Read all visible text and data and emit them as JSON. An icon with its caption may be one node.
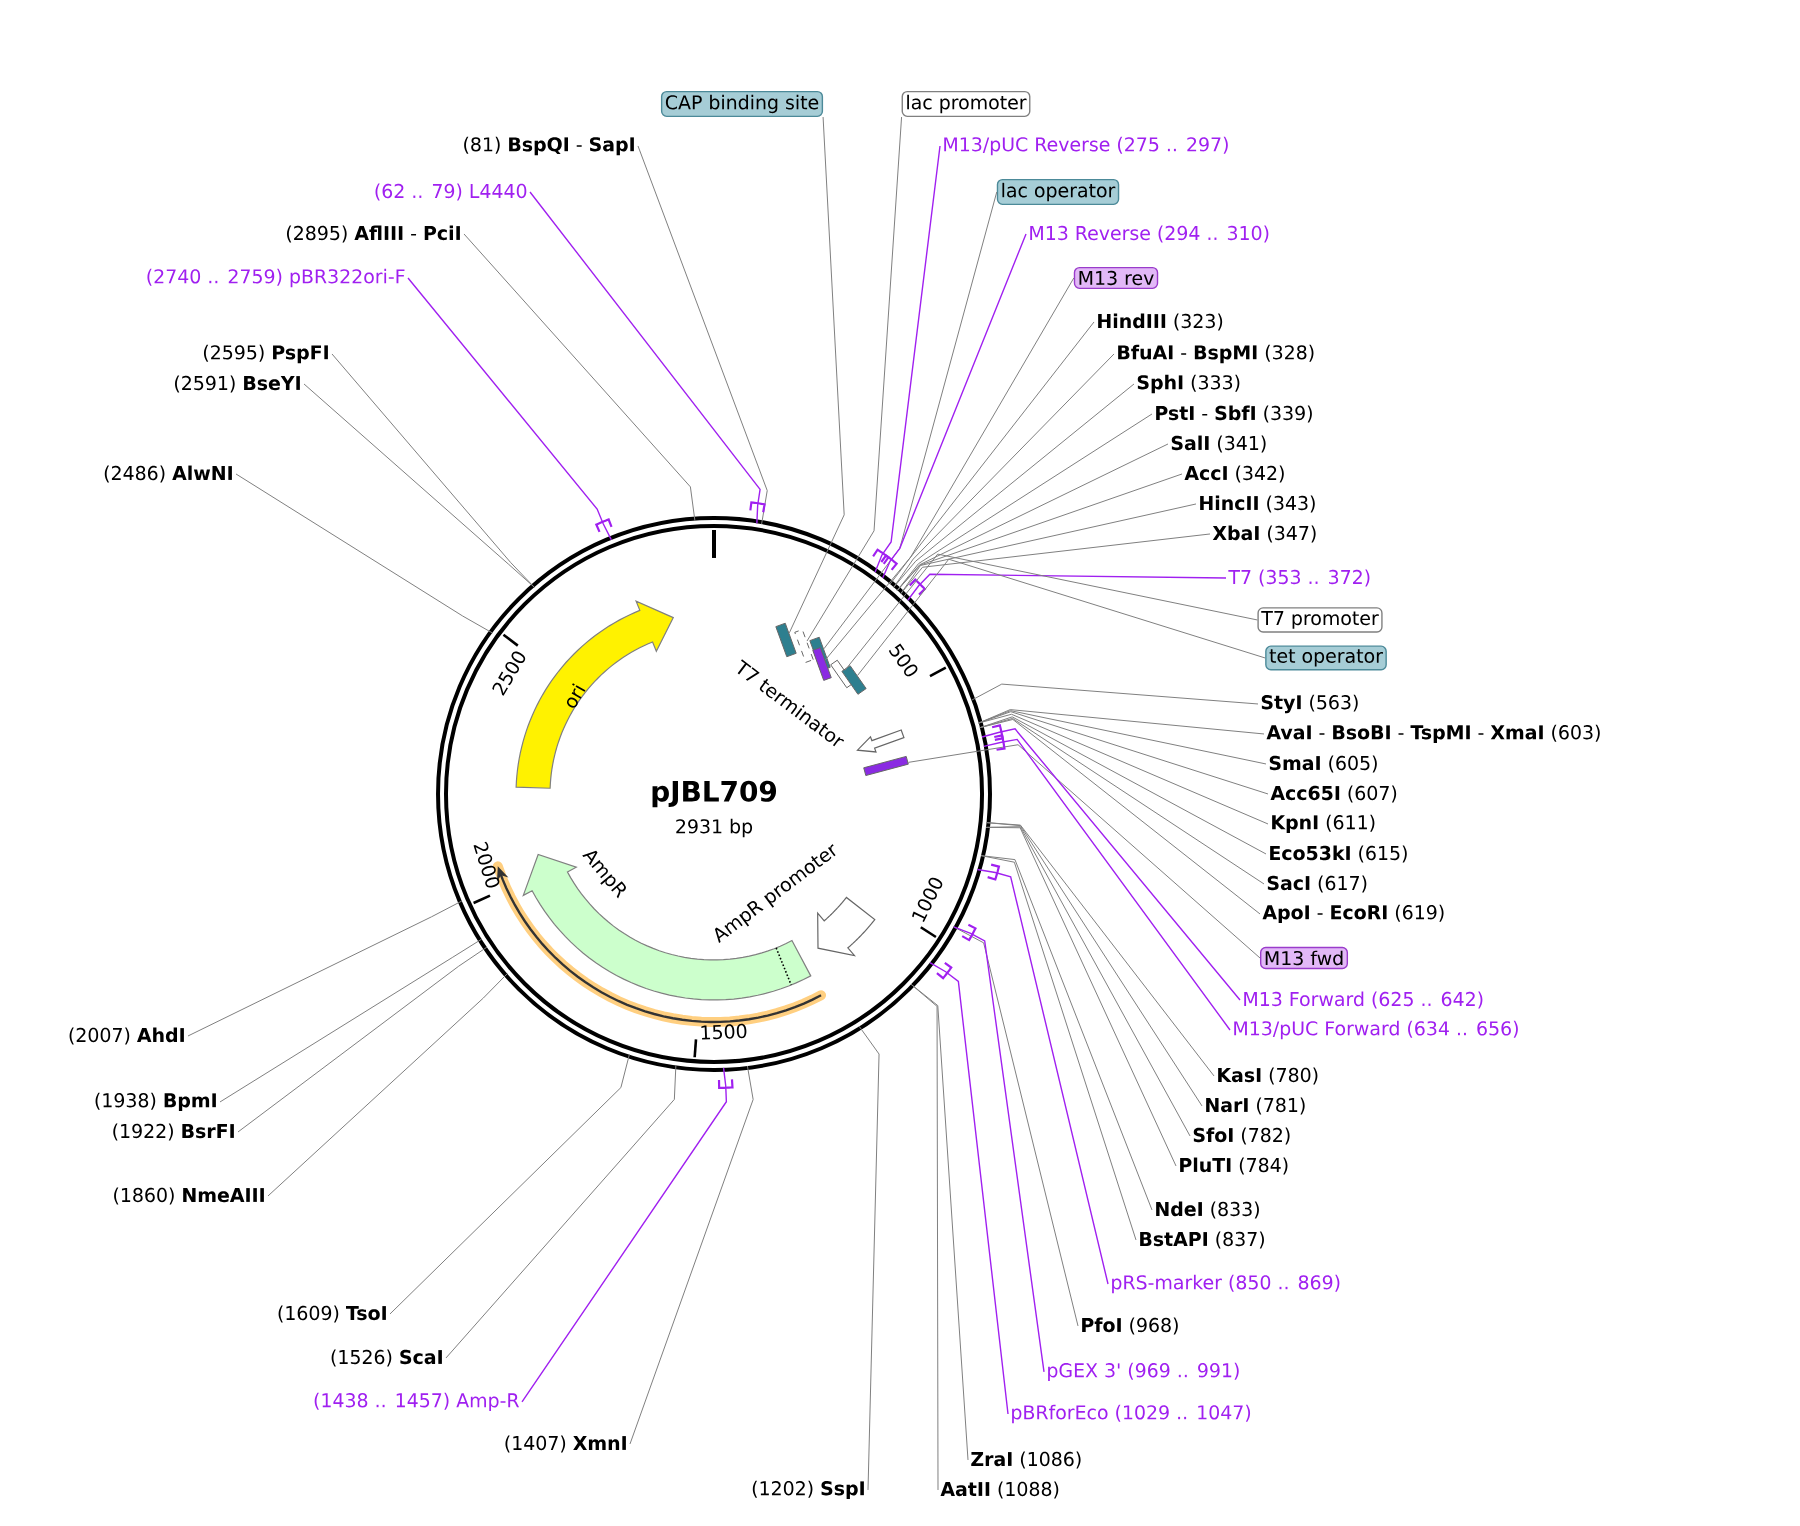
{
  "diagram": {
    "title": "pJBL709",
    "nodes": [
      {
        "text": [
          "(81) **BspQI** - **SapI**"
        ]
      },
      {
        "text": [
          "(62 .. 79) L4440"
        ]
      },
      {
        "text": [
          "(2895) **AflIII** - **PciI**"
        ]
      },
      {
        "text": [
          "(2740 .. 2759) pBR322ori-F"
        ]
      },
      {
        "text": [
          "(2595) **PspFI**"
        ]
      },
      {
        "text": [
          "(2591) **BseYI**"
        ]
      },
      {
        "text": [
          "(2486) **AlwNI**"
        ]
      },
      {
        "text": [
          "(2007) **AhdI**"
        ]
      },
      {
        "text": [
          "(1938) **BpmI**"
        ]
      },
      {
        "text": [
          "(1922) **BsrFI**"
        ]
      },
      {
        "text": [
          "(1860) **NmeAIII**"
        ]
      },
      {
        "text": [
          "(1609) **TsoI**"
        ]
      },
      {
        "text": [
          "(1526) **ScaI**"
        ]
      },
      {
        "text": [
          "(1438 .. 1457) Amp-R"
        ]
      },
      {
        "text": [
          "(1407) **XmnI**"
        ]
      },
      {
        "text": [
          "(1202) **SspI**"
        ]
      },
      {
        "text": [
          "CAP binding site"
        ]
      },
      {
        "text": [
          "lac promoter"
        ]
      },
      {
        "text": [
          "M13/pUC Reverse (275 .. 297)"
        ]
      },
      {
        "text": [
          "lac operator"
        ]
      },
      {
        "text": [
          "M13 Reverse (294 .. 310)"
        ]
      },
      {
        "text": [
          "M13 rev"
        ]
      },
      {
        "text": [
          "**HindIII** (323)"
        ]
      },
      {
        "text": [
          "**BfuAI** - **BspMI** (328)"
        ]
      },
      {
        "text": [
          "**SphI** (333)"
        ]
      },
      {
        "text": [
          "**PstI** - **SbfI** (339)"
        ]
      },
      {
        "text": [
          "**SalI** (341)"
        ]
      },
      {
        "text": [
          "**AccI** (342)"
        ]
      },
      {
        "text": [
          "**HincII** (343)"
        ]
      },
      {
        "text": [
          "**XbaI** (347)"
        ]
      },
      {
        "text": [
          "T7 (353 .. 372)"
        ]
      },
      {
        "text": [
          "T7 promoter"
        ]
      },
      {
        "text": [
          "tet operator"
        ]
      },
      {
        "text": [
          "**StyI** (563)"
        ]
      },
      {
        "text": [
          "**AvaI** - **BsoBI** - **TspMI** - **XmaI** (603)"
        ]
      },
      {
        "text": [
          "**SmaI** (605)"
        ]
      },
      {
        "text": [
          "**Acc65I** (607)"
        ]
      },
      {
        "text": [
          "**KpnI** (611)"
        ]
      },
      {
        "text": [
          "**Eco53kI** (615)"
        ]
      },
      {
        "text": [
          "**SacI** (617)"
        ]
      },
      {
        "text": [
          "**ApoI** - **EcoRI** (619)"
        ]
      },
      {
        "text": [
          "M13 fwd"
        ]
      },
      {
        "text": [
          "M13 Forward (625 .. 642)"
        ]
      },
      {
        "text": [
          "M13/pUC Forward (634 .. 656)"
        ]
      },
      {
        "text": [
          "**KasI** (780)"
        ]
      },
      {
        "text": [
          "**NarI** (781)"
        ]
      },
      {
        "text": [
          "**SfoI** (782)"
        ]
      },
      {
        "text": [
          "**PluTI** (784)"
        ]
      },
      {
        "text": [
          "**NdeI** (833)"
        ]
      },
      {
        "text": [
          "**BstAPI** (837)"
        ]
      },
      {
        "text": [
          "pRS-marker (850 .. 869)"
        ]
      },
      {
        "text": [
          "**PfoI** (968)"
        ]
      },
      {
        "text": [
          "pGEX 3' (969 .. 991)"
        ]
      },
      {
        "text": [
          "pBRforEco (1029 .. 1047)"
        ]
      },
      {
        "text": [
          "**ZraI** (1086)"
        ]
      },
      {
        "text": [
          "**AatII** (1088)"
        ]
      },
      {
        "text": [],
        "shape": "circle"
      },
      {
        "text": [
          "ori"
        ],
        "in": 56
      },
      {
        "text": [
          "T7 terminator"
        ],
        "in": 56
      },
      {
        "text": [
          "AmpR promoter"
        ],
        "in": 56
      },
      {
        "text": [
          "AmpR"
        ],
        "in": 56
      },
      {
        "text": [],
        "shape": "box",
        "in": 56
      },
      {
        "text": [],
        "shape": "box",
        "in": 56
      },
      {
        "text": [],
        "shape": "box",
        "in": 56
      },
      {
        "text": [],
        "shape": "box",
        "in": 56
      },
      {
        "text": [],
        "shape": "box",
        "in": 56
      },
      {
        "text": [],
        "shape": "box",
        "in": 56
      },
      {
        "text": [],
        "shape": "box",
        "in": 56
      }
    ],
    "edges": [
      {
        "from": 0,
        "to": 56,
        "arrow": "none"
      },
      {
        "from": 1,
        "to": 56,
        "arrow": "none",
        "color": "#a020f0"
      },
      {
        "from": 2,
        "to": 56,
        "arrow": "none"
      },
      {
        "from": 3,
        "to": 56,
        "arrow": "none",
        "color": "#a020f0"
      },
      {
        "from": 4,
        "to": 56,
        "arrow": "none"
      },
      {
        "from": 5,
        "to": 56,
        "arrow": "none"
      },
      {
        "from": 6,
        "to": 56,
        "arrow": "none"
      },
      {
        "from": 7,
        "to": 56,
        "arrow": "none"
      },
      {
        "from": 8,
        "to": 56,
        "arrow": "none"
      },
      {
        "from": 9,
        "to": 56,
        "arrow": "none"
      },
      {
        "from": 10,
        "to": 56,
        "arrow": "none"
      },
      {
        "from": 11,
        "to": 56,
        "arrow": "none"
      },
      {
        "from": 12,
        "to": 56,
        "arrow": "none"
      },
      {
        "from": 13,
        "to": 56,
        "arrow": "none",
        "color": "#a020f0"
      },
      {
        "from": 14,
        "to": 56,
        "arrow": "none"
      },
      {
        "from": 15,
        "to": 56,
        "arrow": "none"
      },
      {
        "from": 16,
        "to": 61,
        "arrow": "none"
      },
      {
        "from": 17,
        "to": 62,
        "arrow": "none"
      },
      {
        "from": 18,
        "to": 56,
        "arrow": "none",
        "color": "#a020f0"
      },
      {
        "from": 19,
        "to": 63,
        "arrow": "none"
      },
      {
        "from": 20,
        "to": 56,
        "arrow": "none",
        "color": "#a020f0"
      },
      {
        "from": 21,
        "to": 64,
        "arrow": "none"
      },
      {
        "from": 22,
        "to": 56,
        "arrow": "none"
      },
      {
        "from": 23,
        "to": 56,
        "arrow": "none"
      },
      {
        "from": 24,
        "to": 56,
        "arrow": "none"
      },
      {
        "from": 25,
        "to": 56,
        "arrow": "none"
      },
      {
        "from": 26,
        "to": 56,
        "arrow": "none"
      },
      {
        "from": 27,
        "to": 56,
        "arrow": "none"
      },
      {
        "from": 28,
        "to": 56,
        "arrow": "none"
      },
      {
        "from": 29,
        "to": 56,
        "arrow": "none"
      },
      {
        "from": 30,
        "to": 56,
        "arrow": "none",
        "color": "#a020f0"
      },
      {
        "from": 31,
        "to": 65,
        "arrow": "none"
      },
      {
        "from": 32,
        "to": 66,
        "arrow": "none"
      },
      {
        "from": 33,
        "to": 56,
        "arrow": "none"
      },
      {
        "from": 34,
        "to": 56,
        "arrow": "none"
      },
      {
        "from": 35,
        "to": 56,
        "arrow": "none"
      },
      {
        "from": 36,
        "to": 56,
        "arrow": "none"
      },
      {
        "from": 37,
        "to": 56,
        "arrow": "none"
      },
      {
        "from": 38,
        "to": 56,
        "arrow": "none"
      },
      {
        "from": 39,
        "to": 56,
        "arrow": "none"
      },
      {
        "from": 40,
        "to": 56,
        "arrow": "none"
      },
      {
        "from": 41,
        "to": 67,
        "arrow": "none"
      },
      {
        "from": 42,
        "to": 56,
        "arrow": "none",
        "color": "#a020f0"
      },
      {
        "from": 43,
        "to": 56,
        "arrow": "none",
        "color": "#a020f0"
      },
      {
        "from": 44,
        "to": 56,
        "arrow": "none"
      },
      {
        "from": 45,
        "to": 56,
        "arrow": "none"
      },
      {
        "from": 46,
        "to": 56,
        "arrow": "none"
      },
      {
        "from": 47,
        "to": 56,
        "arrow": "none"
      },
      {
        "from": 48,
        "to": 56,
        "arrow": "none"
      },
      {
        "from": 49,
        "to": 56,
        "arrow": "none"
      },
      {
        "from": 50,
        "to": 56,
        "arrow": "none",
        "color": "#a020f0"
      },
      {
        "from": 51,
        "to": 56,
        "arrow": "none"
      },
      {
        "from": 52,
        "to": 56,
        "arrow": "none",
        "color": "#a020f0"
      },
      {
        "from": 53,
        "to": 56,
        "arrow": "none",
        "color": "#a020f0"
      },
      {
        "from": 54,
        "to": 56,
        "arrow": "none"
      },
      {
        "from": 55,
        "to": 56,
        "arrow": "none"
      }
    ],
    "labels": [
      "2931 bp",
      "500",
      "1000",
      "1500",
      "2000",
      "2500"
    ]
  }
}
